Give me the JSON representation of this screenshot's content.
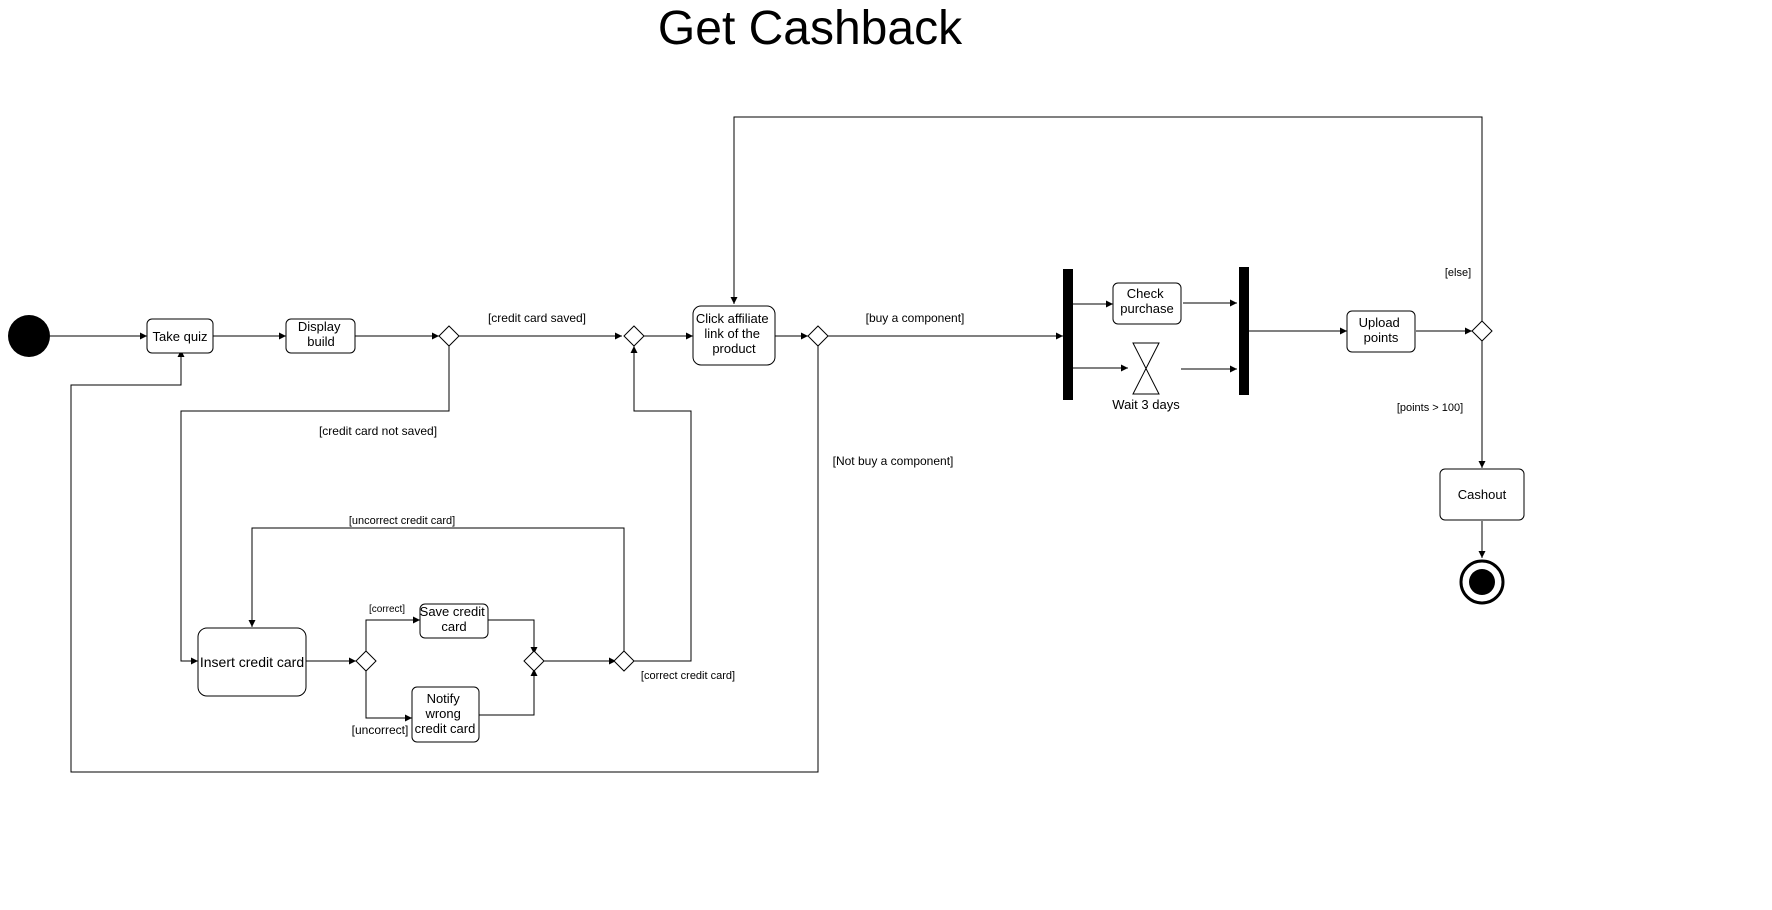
{
  "title": "Get Cashback",
  "actions": {
    "take_quiz": [
      "Take quiz"
    ],
    "display_build": [
      "Display",
      "build"
    ],
    "click_affiliate": [
      "Click affiliate",
      "link of the",
      "product"
    ],
    "check_purchase": [
      "Check",
      "purchase"
    ],
    "upload_points": [
      "Upload",
      "points"
    ],
    "cashout": [
      "Cashout"
    ],
    "insert_card": [
      "Insert credit card"
    ],
    "save_card": [
      "Save credit",
      "card"
    ],
    "notify_wrong": [
      "Notify",
      "wrong",
      "credit card"
    ]
  },
  "time_event": "Wait 3 days",
  "guards": {
    "card_saved": "[credit card saved]",
    "card_not_saved": "[credit card not saved]",
    "buy": "[buy a component]",
    "not_buy": "[Not buy a component]",
    "else": "[else]",
    "points": "[points > 100]",
    "uncorrect_card": "[uncorrect credit card]",
    "correct": "[correct]",
    "uncorrect": "[uncorrect]",
    "correct_card": "[correct credit card]"
  }
}
